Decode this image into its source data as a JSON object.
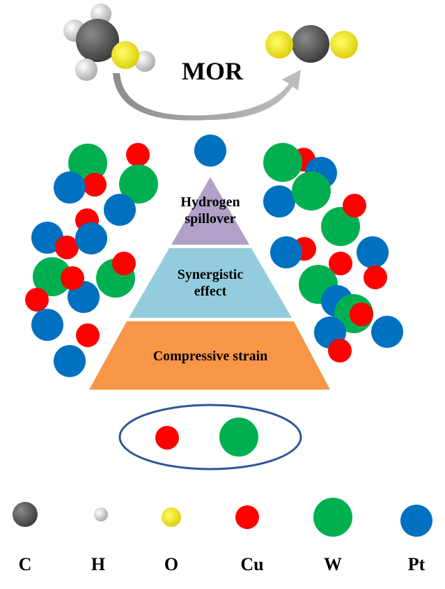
{
  "reaction": {
    "label": "MOR",
    "reactant": "methanol",
    "product": "CO2"
  },
  "pyramid": {
    "tiers": [
      {
        "lines": [
          "Hydrogen",
          "spillover"
        ],
        "color": "#b1a0c7"
      },
      {
        "lines": [
          "Synergistic",
          "effect"
        ],
        "color": "#93cddd"
      },
      {
        "lines": [
          "Compressive strain"
        ],
        "color": "#f79646"
      }
    ]
  },
  "colors": {
    "C": "#595959",
    "H": "#d9d9d9",
    "O": "#ffff00",
    "Cu": "#ff0000",
    "W": "#00b050",
    "Pt": "#0070c0",
    "ellipse": "#2f5597",
    "arrow": "#a6a6a6"
  },
  "legend": [
    {
      "symbol": "C",
      "label": "C"
    },
    {
      "symbol": "H",
      "label": "H"
    },
    {
      "symbol": "O",
      "label": "O"
    },
    {
      "symbol": "Cu",
      "label": "Cu"
    },
    {
      "symbol": "W",
      "label": "W"
    },
    {
      "symbol": "Pt",
      "label": "Pt"
    }
  ],
  "alloy_pair": [
    "Cu",
    "W"
  ]
}
